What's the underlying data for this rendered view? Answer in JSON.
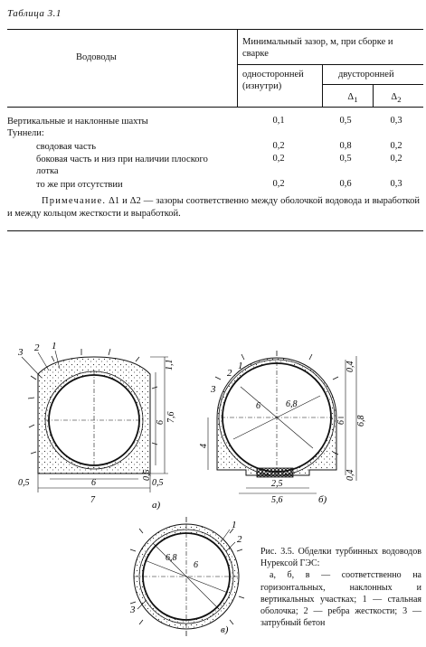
{
  "table": {
    "caption": "Таблица 3.1",
    "col_row_header": "Водоводы",
    "col_group": "Минимальный зазор, м, при сборке и сварке",
    "col_one_sided": "односторонней (изнутри)",
    "col_two_sided": "двусторонней",
    "delta1": "Δ1",
    "delta2": "Δ2",
    "rows": [
      {
        "label": "Вертикальные и наклонные шахты",
        "one": "0,1",
        "d1": "0,5",
        "d2": "0,3"
      },
      {
        "label": "Туннели:",
        "one": "",
        "d1": "",
        "d2": ""
      },
      {
        "label": "сводовая часть",
        "one": "0,2",
        "d1": "0,8",
        "d2": "0,2"
      },
      {
        "label": "боковая часть и низ при наличии плоского лотка",
        "one": "0,2",
        "d1": "0,5",
        "d2": "0,2"
      },
      {
        "label": "то же при отсутствии",
        "one": "0,2",
        "d1": "0,6",
        "d2": "0,3"
      }
    ],
    "note_prefix": "Примечание.",
    "note_text": "Δ1 и Δ2 — зазоры соответственно между оболочкой водовода и выработкой и между кольцом жесткости и выработкой."
  },
  "figure": {
    "caption_title": "Рис. 3.5. Обделки турбинных водоводов Нурексой ГЭС:",
    "caption_body": "а, б, в — соответственно на горизонтальных, наклонных и вертикальных участках; 1 — стальная оболочка; 2 — ребра жесткости; 3 — затрубный бетон",
    "a": {
      "label": "а)",
      "nums": [
        "3",
        "2",
        "1"
      ],
      "dims": [
        "1,1",
        "7,6",
        "6",
        "0,5",
        "6",
        "0,5",
        "0,5",
        "7"
      ]
    },
    "b": {
      "label": "б)",
      "nums": [
        "2",
        "1",
        "3"
      ],
      "dims": [
        "0,4",
        "6",
        "6,8",
        "6",
        "6,8",
        "4",
        "0,4",
        "2,5",
        "5,6"
      ]
    },
    "c": {
      "label": "в)",
      "nums": [
        "1",
        "2",
        "3"
      ],
      "dims": [
        "6,8",
        "6"
      ]
    }
  }
}
